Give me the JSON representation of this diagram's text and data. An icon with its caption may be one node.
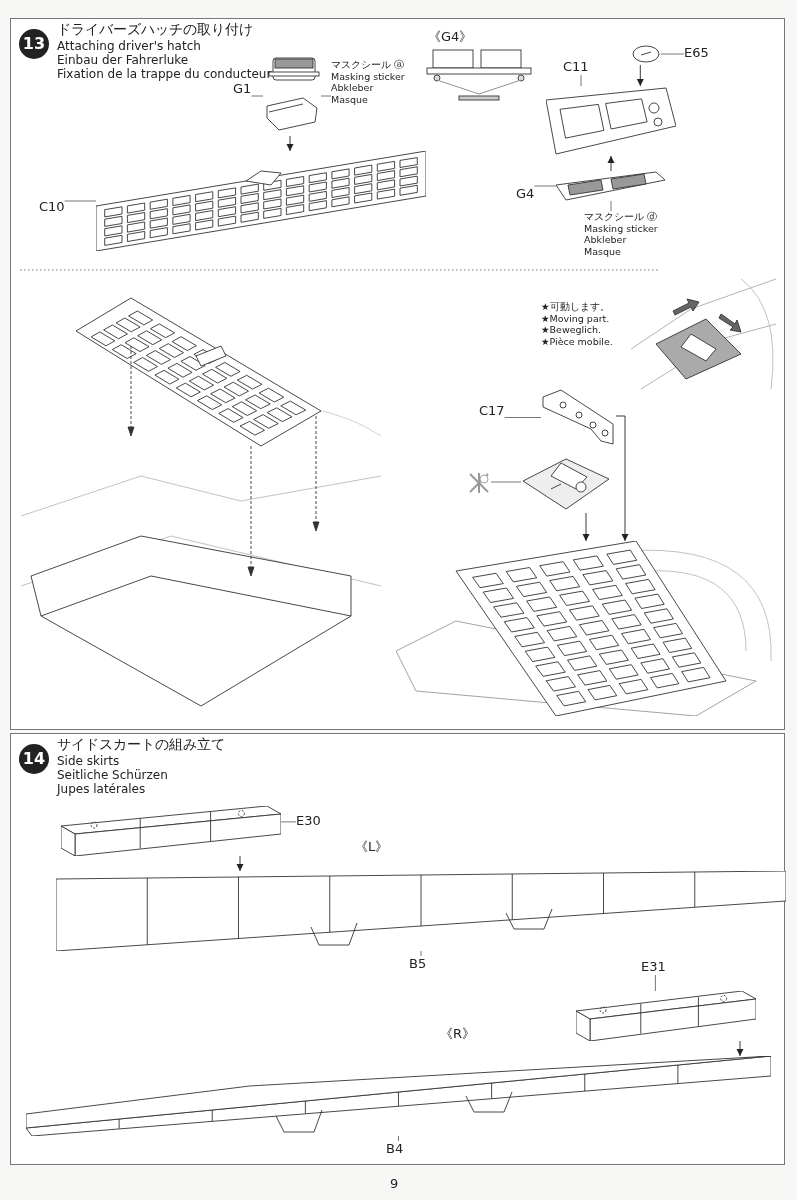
{
  "diagram": {
    "nodes": [
      {
        "text": [
          "13",
          "ドライバーズハッチの取り付け",
          "Attaching driver's hatch",
          "Einbau der Fahrerluke",
          "Fixation de la trappe du conducteur"
        ]
      },
      {
        "text": [
          "G1"
        ],
        "in": 0
      },
      {
        "text": [],
        "shape": "picture",
        "in": 0
      },
      {
        "text": [
          "マスクシール ⓐ",
          "Masking sticker",
          "Abkleber",
          "Masque"
        ],
        "in": 0
      },
      {
        "text": [
          "C10"
        ],
        "in": 0
      },
      {
        "text": [],
        "shape": "picture",
        "in": 0
      },
      {
        "text": [
          "C11"
        ],
        "in": 0
      },
      {
        "text": [],
        "shape": "picture",
        "in": 0
      },
      {
        "text": [
          "E65"
        ],
        "in": 0
      },
      {
        "text": [],
        "shape": "picture",
        "in": 0
      },
      {
        "text": [
          "G4"
        ],
        "in": 0
      },
      {
        "text": [],
        "shape": "picture",
        "in": 0
      },
      {
        "text": [
          "マスクシール ⓓ",
          "Masking sticker",
          "Abkleber",
          "Masque"
        ],
        "in": 0
      },
      {
        "text": [],
        "shape": "picture",
        "in": 0
      },
      {
        "text": [],
        "shape": "picture",
        "in": 0,
        "beside": [
          "★可動します。",
          "★Moving part.",
          "★Beweglich.",
          "★Pièce mobile."
        ]
      },
      {
        "text": [
          "C17"
        ],
        "in": 0
      },
      {
        "text": [],
        "shape": "picture",
        "in": 0
      },
      {
        "text": [],
        "shape": "picture",
        "in": 0
      },
      {
        "text": [],
        "shape": "picture",
        "in": 0
      },
      {
        "text": [],
        "shape": "picture",
        "in": 0
      },
      {
        "text": [
          "14",
          "サイドスカートの組み立て",
          "Side skirts",
          "Seitliche Schürzen",
          "Jupes latérales"
        ]
      },
      {
        "text": [
          "E30"
        ],
        "in": 20
      },
      {
        "text": [],
        "shape": "picture",
        "in": 20
      },
      {
        "text": [
          "B5"
        ],
        "in": 20
      },
      {
        "text": [],
        "shape": "picture",
        "in": 20
      },
      {
        "text": [
          "E31"
        ],
        "in": 20
      },
      {
        "text": [],
        "shape": "picture",
        "in": 20
      },
      {
        "text": [
          "B4"
        ],
        "in": 20
      },
      {
        "text": [],
        "shape": "picture",
        "in": 20
      }
    ],
    "edges": [
      {
        "from": 1,
        "to": 2,
        "arrow": "none"
      },
      {
        "from": 3,
        "to": 2,
        "arrow": "none"
      },
      {
        "from": 2,
        "to": 5,
        "arrow": "to"
      },
      {
        "from": 4,
        "to": 5,
        "arrow": "none"
      },
      {
        "from": 6,
        "to": 7,
        "arrow": "none"
      },
      {
        "from": 8,
        "to": 9,
        "arrow": "none"
      },
      {
        "from": 9,
        "to": 7,
        "arrow": "to"
      },
      {
        "from": 11,
        "to": 7,
        "arrow": "to"
      },
      {
        "from": 10,
        "to": 11,
        "arrow": "none"
      },
      {
        "from": 12,
        "to": 11,
        "arrow": "none"
      },
      {
        "from": 15,
        "to": 16,
        "arrow": "none"
      },
      {
        "from": 17,
        "to": 18,
        "arrow": "none"
      },
      {
        "from": 16,
        "to": 19,
        "arrow": "to"
      },
      {
        "from": 18,
        "to": 19,
        "arrow": "to"
      },
      {
        "from": 21,
        "to": 22,
        "arrow": "none"
      },
      {
        "from": 22,
        "to": 24,
        "arrow": "to"
      },
      {
        "from": 23,
        "to": 24,
        "arrow": "none"
      },
      {
        "from": 25,
        "to": 26,
        "arrow": "none"
      },
      {
        "from": 26,
        "to": 28,
        "arrow": "to"
      },
      {
        "from": 27,
        "to": 28,
        "arrow": "none"
      }
    ],
    "labels": [
      "《G4》",
      "《L》",
      "《R》",
      "9"
    ]
  }
}
